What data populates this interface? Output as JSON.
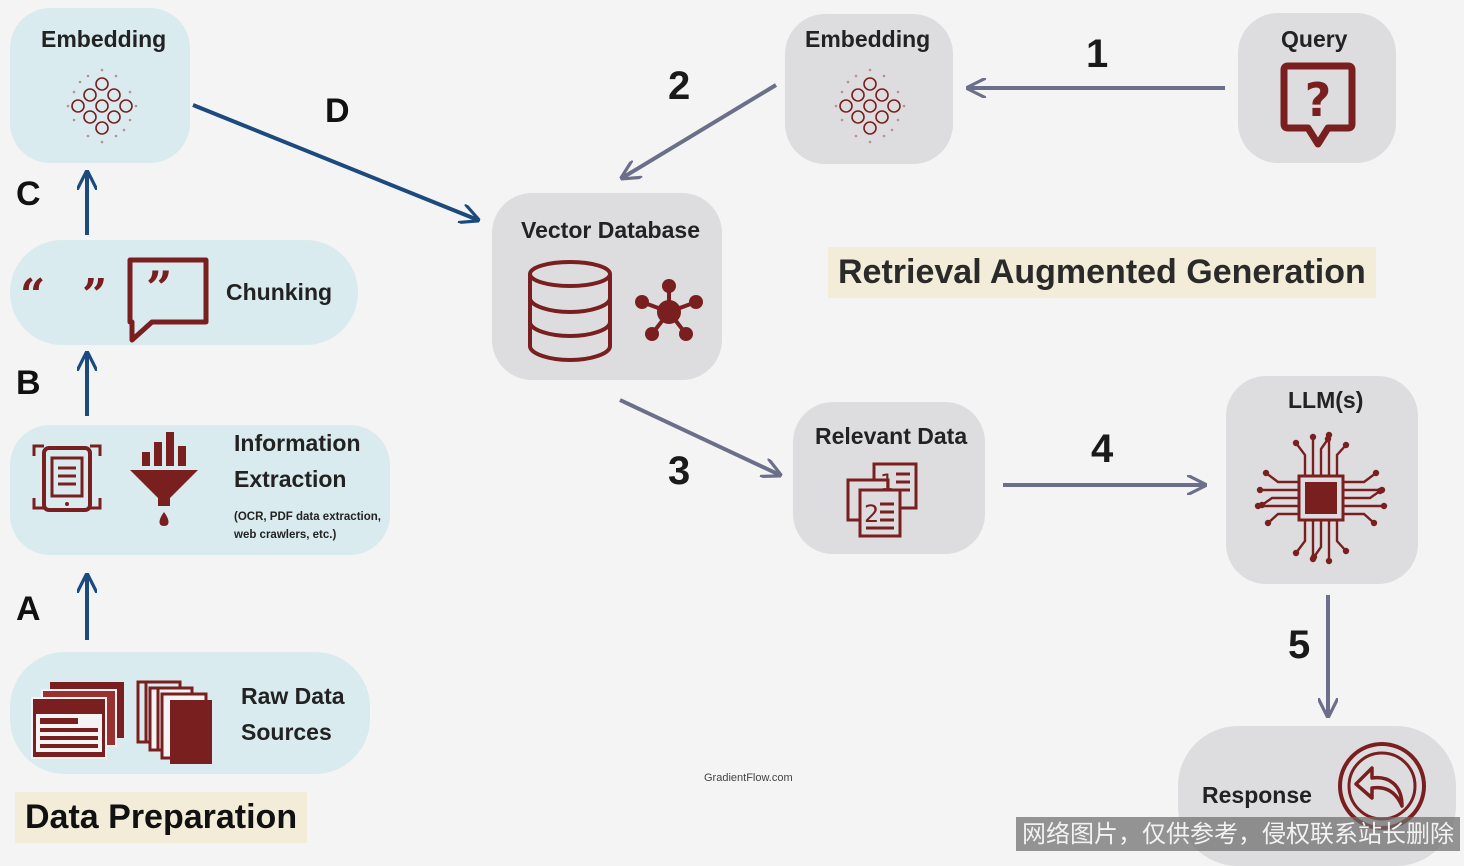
{
  "data_prep": {
    "title": "Data Preparation",
    "embedding": "Embedding",
    "chunking": "Chunking",
    "info_line1": "Information",
    "info_line2": "Extraction",
    "info_note_line1": "(OCR, PDF data extraction,",
    "info_note_line2": "web crawlers, etc.)",
    "raw_line1": "Raw Data",
    "raw_line2": "Sources"
  },
  "rag": {
    "title": "Retrieval Augmented Generation",
    "query": "Query",
    "embedding": "Embedding",
    "vector_db": "Vector Database",
    "relevant": "Relevant Data",
    "llm": "LLM(s)",
    "response": "Response"
  },
  "steps": {
    "a": "A",
    "b": "B",
    "c": "C",
    "d": "D",
    "s1": "1",
    "s2": "2",
    "s3": "3",
    "s4": "4",
    "s5": "5"
  },
  "footer": {
    "credit": "GradientFlow.com",
    "watermark": "网络图片，仅供参考，侵权联系站长删除"
  },
  "colors": {
    "accent": "#7a1f1f",
    "arrow_blue": "#1d4a7e",
    "arrow_gray": "#6b6f8a"
  }
}
